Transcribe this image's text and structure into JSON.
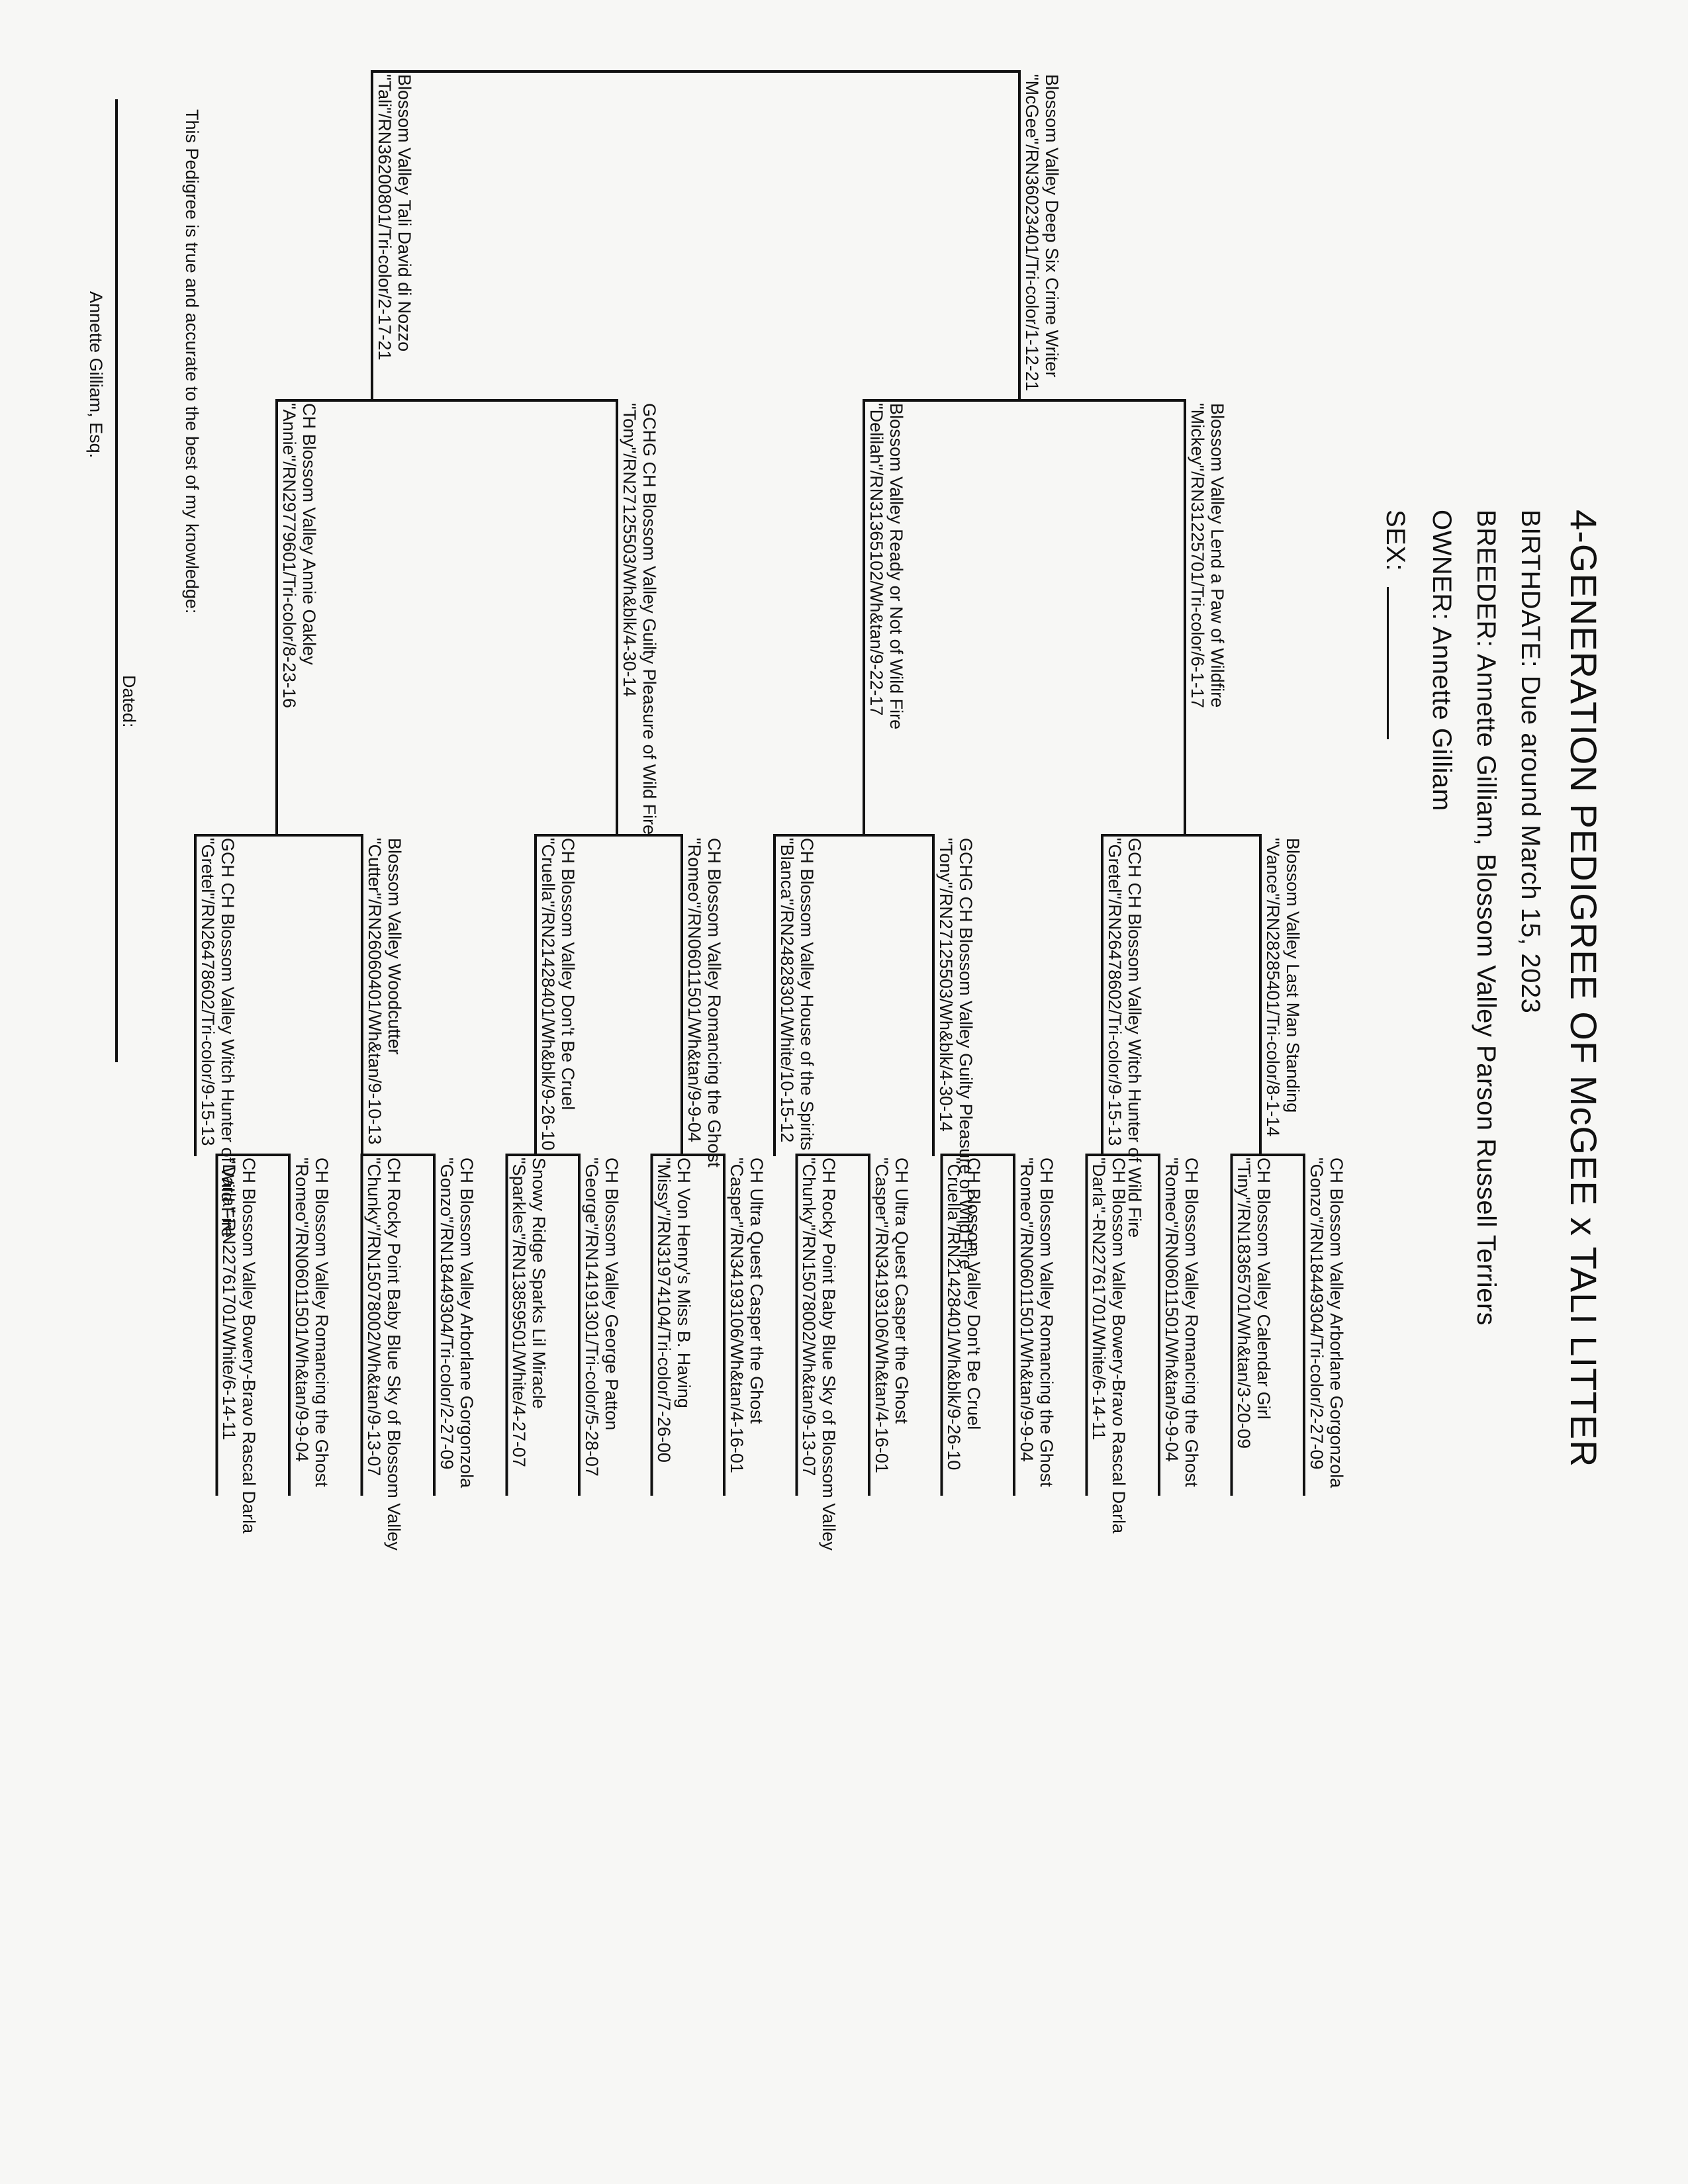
{
  "header": {
    "title": "4-GENERATION PEDIGREE OF McGEE x TALI LITTER",
    "birthdate": "BIRTHDATE: Due around March 15, 2023",
    "breeder": "BREEDER: Annette Gilliam, Blossom Valley Parson Russell Terriers",
    "owner": "OWNER: Annette Gilliam",
    "sex_label": "SEX:"
  },
  "pedigree": {
    "sire": {
      "name": "Blossom Valley Deep Six Crime Writer",
      "reg": "\"McGee\"/RN36023401/Tri-color/1-12-21",
      "sire": {
        "name": "Blossom Valley Lend a Paw of Wildfire",
        "reg": "\"Mickey\"/RN31225701/Tri-color/6-1-17",
        "sire": {
          "name": "Blossom Valley Last Man Standing",
          "reg": "\"Vance\"/RN28285401/Tri-color/8-1-14",
          "sire": {
            "name": "CH Blossom Valley Arborlane Gorgonzola",
            "reg": "\"Gonzo\"/RN18449304/Tri-color/2-27-09"
          },
          "dam": {
            "name": "CH Blossom Valley Calendar Girl",
            "reg": "\"Tiny\"/RN18365701/Wh&tan/3-20-09"
          }
        },
        "dam": {
          "name": "GCH CH Blossom Valley Witch Hunter of Wild Fire",
          "reg": "\"Gretel\"/RN26478602/Tri-color/9-15-13",
          "sire": {
            "name": "CH Blossom Valley Romancing the Ghost",
            "reg": "\"Romeo\"/RN06011501/Wh&tan/9-9-04"
          },
          "dam": {
            "name": "CH Blossom Valley Bowery-Bravo Rascal Darla",
            "reg": "\"Darla\"-RN22761701/White/6-14-11"
          }
        }
      },
      "dam": {
        "name": "Blossom Valley Ready or Not of Wild Fire",
        "reg": "\"Delilah\"/RN31365102/Wh&tan/9-22-17",
        "sire": {
          "name": "GCHG CH Blossom Valley Guilty Pleasure of Wild Fire",
          "reg": "\"Tony\"/RN27125503/Wh&blk/4-30-14",
          "sire": {
            "name": "CH Blossom Valley Romancing the Ghost",
            "reg": "\"Romeo\"/RN06011501/Wh&tan/9-9-04"
          },
          "dam": {
            "name": "CH Blossom Valley Don't Be Cruel",
            "reg": "\"Cruella\"/RN21428401/Wh&blk/9-26-10"
          }
        },
        "dam": {
          "name": "CH Blossom Valley House of the Spirits",
          "reg": "\"Blanca\"/RN24828301/White/10-15-12",
          "sire": {
            "name": "CH Ultra Quest Casper the Ghost",
            "reg": "\"Casper\"/RN34193106/Wh&tan/4-16-01"
          },
          "dam": {
            "name": "CH Rocky Point Baby Blue Sky of Blossom Valley",
            "reg": "\"Chunky\"/RN15078002/Wh&tan/9-13-07"
          }
        }
      }
    },
    "dam": {
      "name": "Blossom Valley Tali David di Nozzo",
      "reg": "\"Tali\"/RN36200801/Tri-color/2-17-21",
      "sire": {
        "name": "GCHG CH Blossom Valley Guilty Pleasure of Wild Fire",
        "reg": "\"Tony\"/RN27125503/Wh&blk/4-30-14",
        "sire": {
          "name": "CH Blossom Valley Romancing the Ghost",
          "reg": "\"Romeo\"/RN06011501/Wh&tan/9-9-04",
          "sire": {
            "name": "CH Ultra Quest Casper the Ghost",
            "reg": "\"Casper\"/RN34193106/Wh&tan/4-16-01"
          },
          "dam": {
            "name": "CH Von Henry's Miss B. Having",
            "reg": "\"Missy\"/RN31974104/Tri-color/7-26-00"
          }
        },
        "dam": {
          "name": "CH Blossom Valley Don't Be Cruel",
          "reg": "\"Cruella\"/RN21428401/Wh&blk/9-26-10",
          "sire": {
            "name": "CH Blossom Valley George Patton",
            "reg": "\"George\"/RN14191301/Tri-color/5-28-07"
          },
          "dam": {
            "name": "Snowy Ridge Sparks Lil Miracle",
            "reg": "\"Sparkles\"/RN13859501/White/4-27-07"
          }
        }
      },
      "dam": {
        "name": "CH Blossom Valley Annie Oakley",
        "reg": "\"Annie\"/RN29779601/Tri-color/8-23-16",
        "sire": {
          "name": "Blossom Valley Woodcutter",
          "reg": "\"Cutter\"/RN26060401/Wh&tan/9-10-13",
          "sire": {
            "name": "CH Blossom Valley Arborlane Gorgonzola",
            "reg": "\"Gonzo\"/RN18449304/Tri-color/2-27-09"
          },
          "dam": {
            "name": "CH Rocky Point Baby Blue Sky of Blossom Valley",
            "reg": "\"Chunky\"/RN15078002/Wh&tan/9-13-07"
          }
        },
        "dam": {
          "name": "GCH CH Blossom Valley Witch Hunter of Wild Fire",
          "reg": "\"Gretel\"/RN26478602/Tri-color/9-15-13",
          "sire": {
            "name": "CH Blossom Valley Romancing the Ghost",
            "reg": "\"Romeo\"/RN06011501/Wh&tan/9-9-04"
          },
          "dam": {
            "name": "CH Blossom Valley Bowery-Bravo Rascal Darla",
            "reg": "\"Darla\"-RN22761701/White/6-14-11"
          }
        }
      }
    }
  },
  "footer": {
    "certification": "This Pedigree is true and accurate to the best of my knowledge:",
    "dated_label": "Dated:",
    "signer": "Annette Gilliam, Esq."
  }
}
